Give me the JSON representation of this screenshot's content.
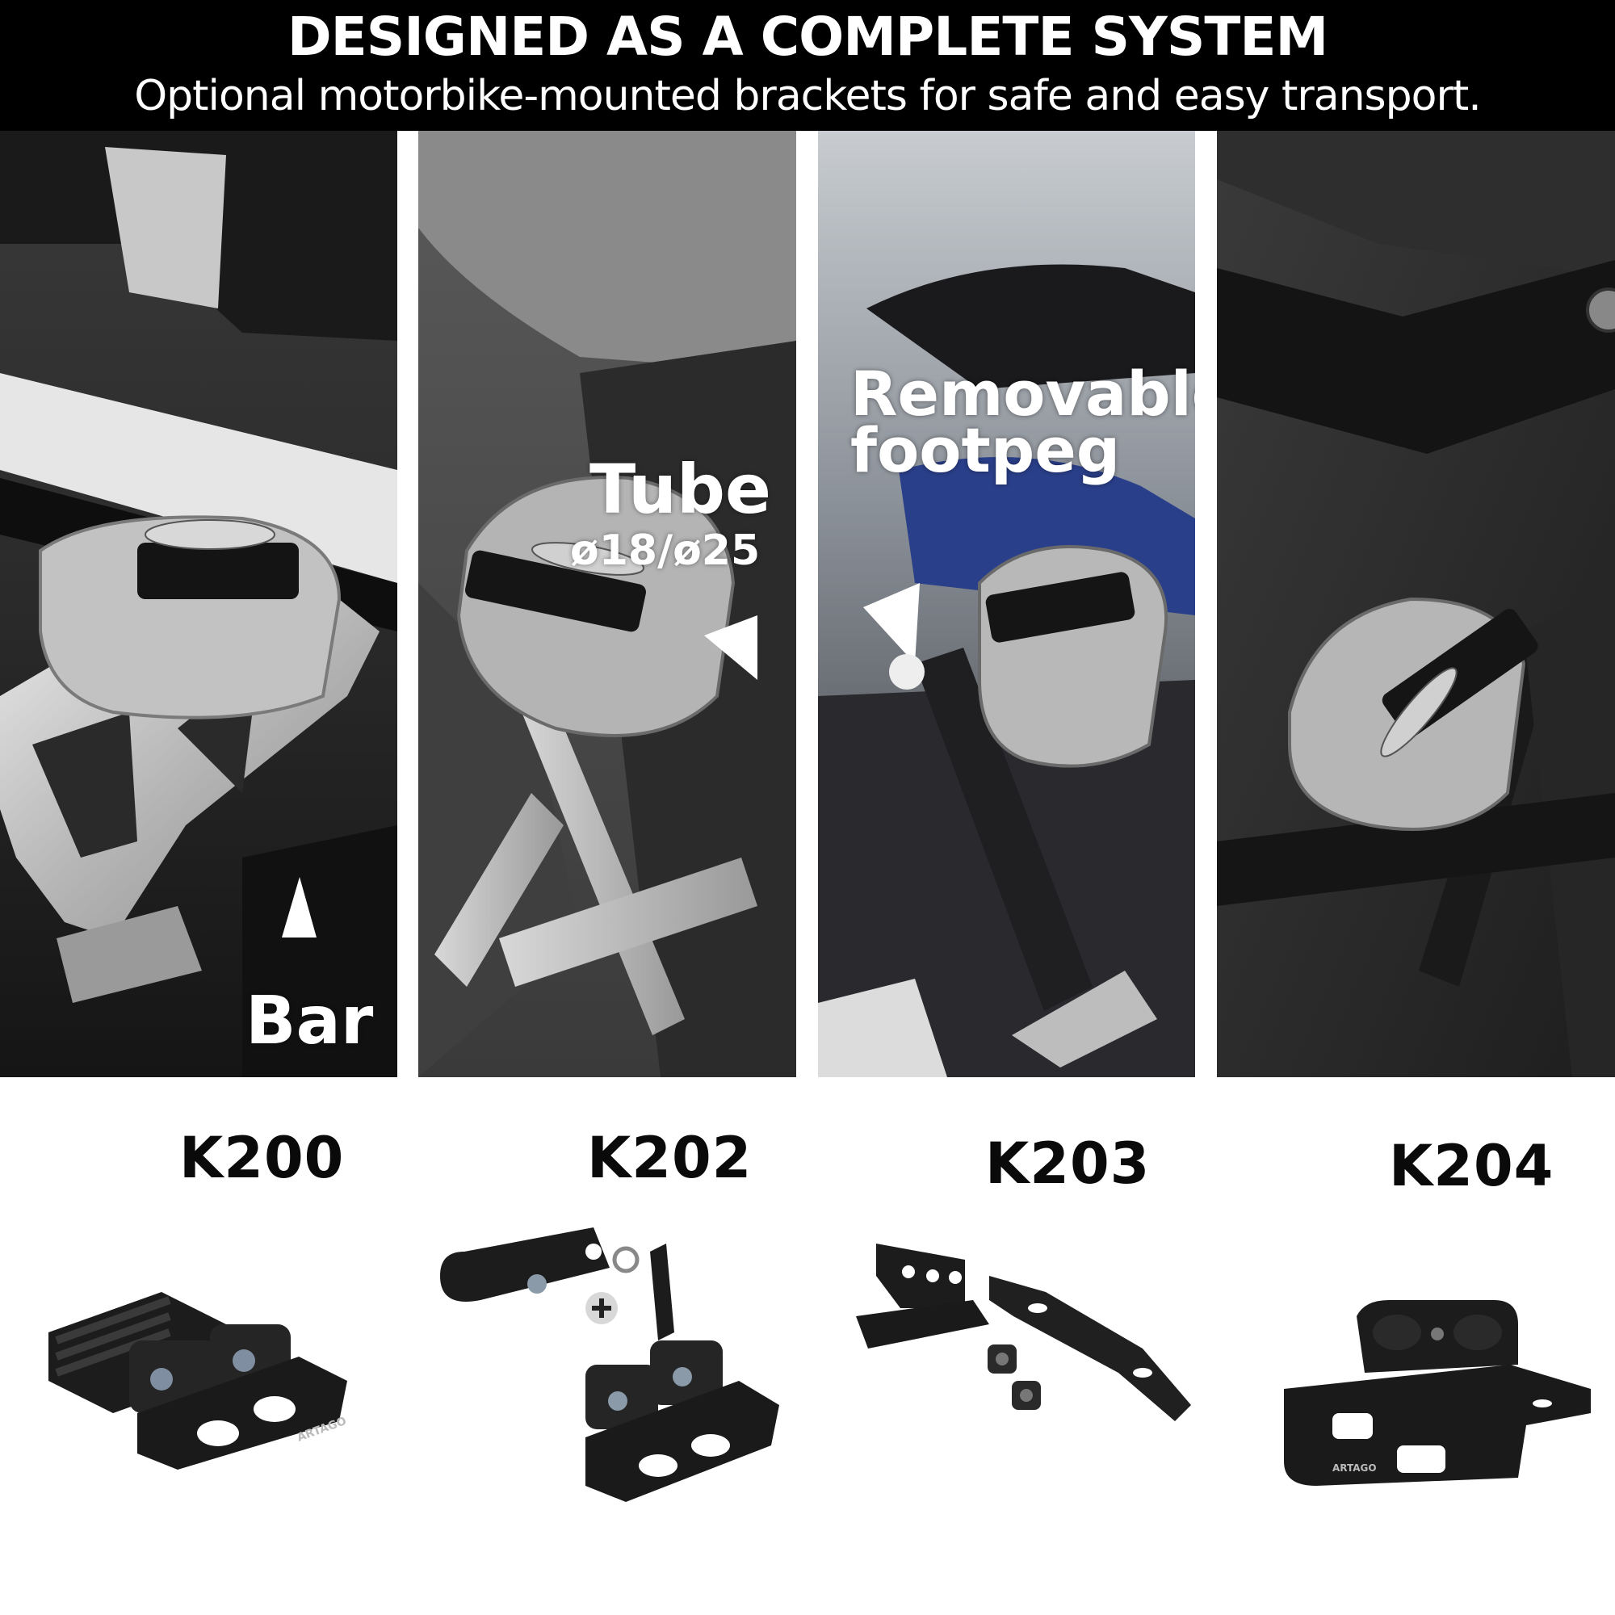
{
  "header": {
    "title": "DESIGNED AS A COMPLETE SYSTEM",
    "subtitle": "Optional motorbike-mounted brackets for safe and easy transport."
  },
  "panels": [
    {
      "label": "Bar"
    },
    {
      "label_line1": "Tube",
      "label_line2": "ø18/ø25"
    },
    {
      "label_line1": "Removable",
      "label_line2": "footpeg"
    },
    {}
  ],
  "brand": "ARTAGO",
  "products": [
    {
      "code": "K200"
    },
    {
      "code": "K202"
    },
    {
      "code": "K203"
    },
    {
      "code": "K204"
    }
  ],
  "colors": {
    "header_bg": "#000000",
    "header_text": "#ffffff",
    "lock_steel": "#b8b8b8",
    "bracket_black": "#1a1a1a"
  }
}
